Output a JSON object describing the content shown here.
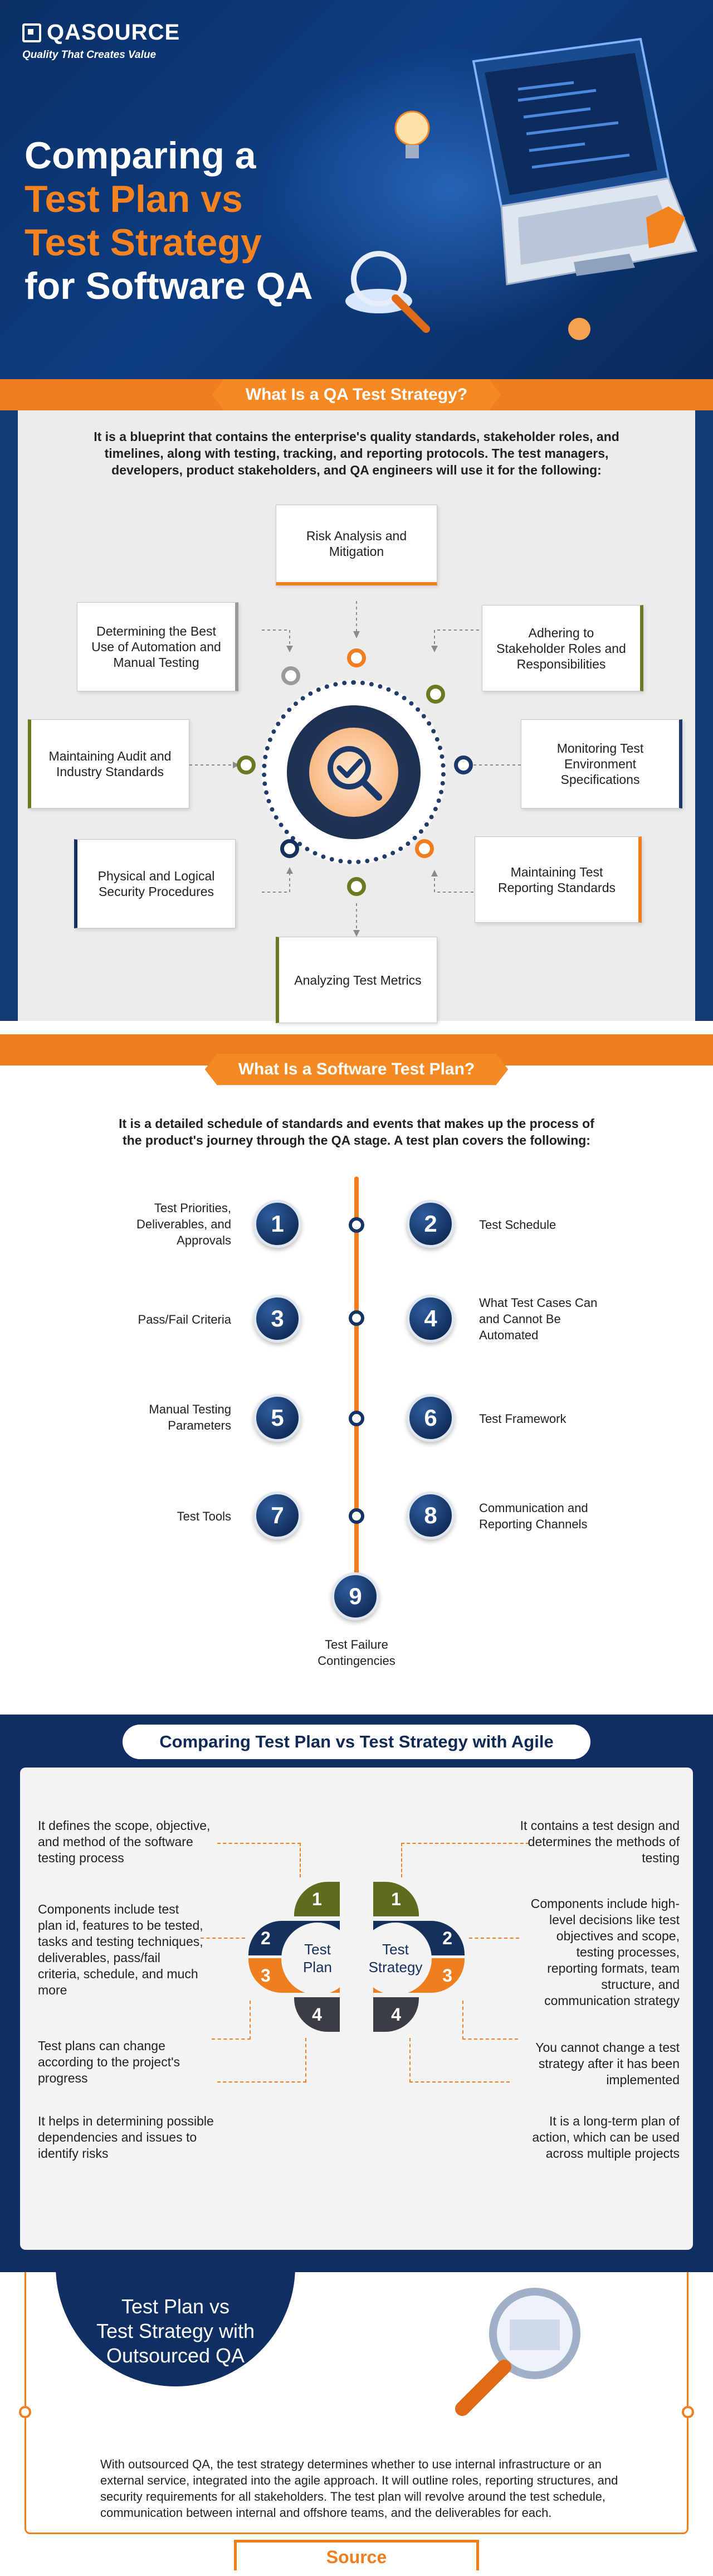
{
  "brand": {
    "name": "QASOURCE",
    "tagline": "Quality That Creates Value"
  },
  "hero": {
    "line1": "Comparing a",
    "line2": "Test Plan vs",
    "line3": "Test Strategy",
    "line4": "for Software QA"
  },
  "strategy": {
    "heading": "What Is a QA Test Strategy?",
    "intro": "It is a blueprint that contains the enterprise's quality standards, stakeholder roles, and timelines, along with testing, tracking, and reporting protocols. The test managers, developers, product stakeholders, and QA engineers will use it for the following:",
    "items": [
      "Risk Analysis and Mitigation",
      "Determining the Best Use of Automation and Manual Testing",
      "Adhering to Stakeholder Roles and Responsibilities",
      "Maintaining Audit and Industry Standards",
      "Monitoring Test Environment Specifications",
      "Physical and Logical Security Procedures",
      "Maintaining Test Reporting Standards",
      "Analyzing Test Metrics"
    ]
  },
  "plan": {
    "heading": "What Is a Software Test Plan?",
    "intro": "It is a detailed schedule of standards and events that makes up the process of the product's journey through the QA stage. A test plan covers the following:",
    "steps": [
      {
        "num": "1",
        "label": "Test Priorities, Deliverables, and Approvals"
      },
      {
        "num": "2",
        "label": "Test Schedule"
      },
      {
        "num": "3",
        "label": "Pass/Fail Criteria"
      },
      {
        "num": "4",
        "label": "What Test Cases Can and Cannot Be Automated"
      },
      {
        "num": "5",
        "label": "Manual Testing Parameters"
      },
      {
        "num": "6",
        "label": "Test Framework"
      },
      {
        "num": "7",
        "label": "Test Tools"
      },
      {
        "num": "8",
        "label": "Communication and Reporting Channels"
      },
      {
        "num": "9",
        "label": "Test Failure Contingencies"
      }
    ]
  },
  "agile": {
    "heading": "Comparing Test Plan vs Test Strategy with Agile",
    "plan_label": "Test Plan",
    "strategy_label": "Test Strategy",
    "plan_points": [
      "It defines the scope, objective, and method of the software testing process",
      "Components include test plan id, features to be tested, tasks and testing techniques, deliverables, pass/fail criteria, schedule, and much more",
      "Test plans can change according to the project's progress",
      "It helps in determining possible dependencies and issues to identify risks"
    ],
    "strategy_points": [
      "It contains a test design and determines the methods of testing",
      "Components include high-level decisions like test objectives and scope, testing processes, reporting formats, team structure, and communication strategy",
      "You cannot change a test strategy after it has been implemented",
      "It is a long-term plan of action, which can be used across multiple projects"
    ],
    "segments": [
      "1",
      "2",
      "3",
      "4"
    ],
    "colors": {
      "seg1": "#5f6b1f",
      "seg2": "#16305e",
      "seg3": "#f07d1e",
      "seg4": "#3a3d44"
    }
  },
  "outsourced": {
    "title_line1": "Test Plan vs",
    "title_line2": "Test Strategy with",
    "title_line3": "Outsourced QA",
    "body": "With outsourced QA, the test strategy determines whether to use internal infrastructure or an external service, integrated into the agile approach. It will outline roles, reporting structures, and security requirements for all stakeholders. The test plan will revolve around the test schedule, communication between internal and offshore teams, and the deliverables for each."
  },
  "source": {
    "label": "Source"
  },
  "colors": {
    "navy": "#0f2f63",
    "orange": "#f07d1e",
    "olive": "#6b7a22"
  }
}
